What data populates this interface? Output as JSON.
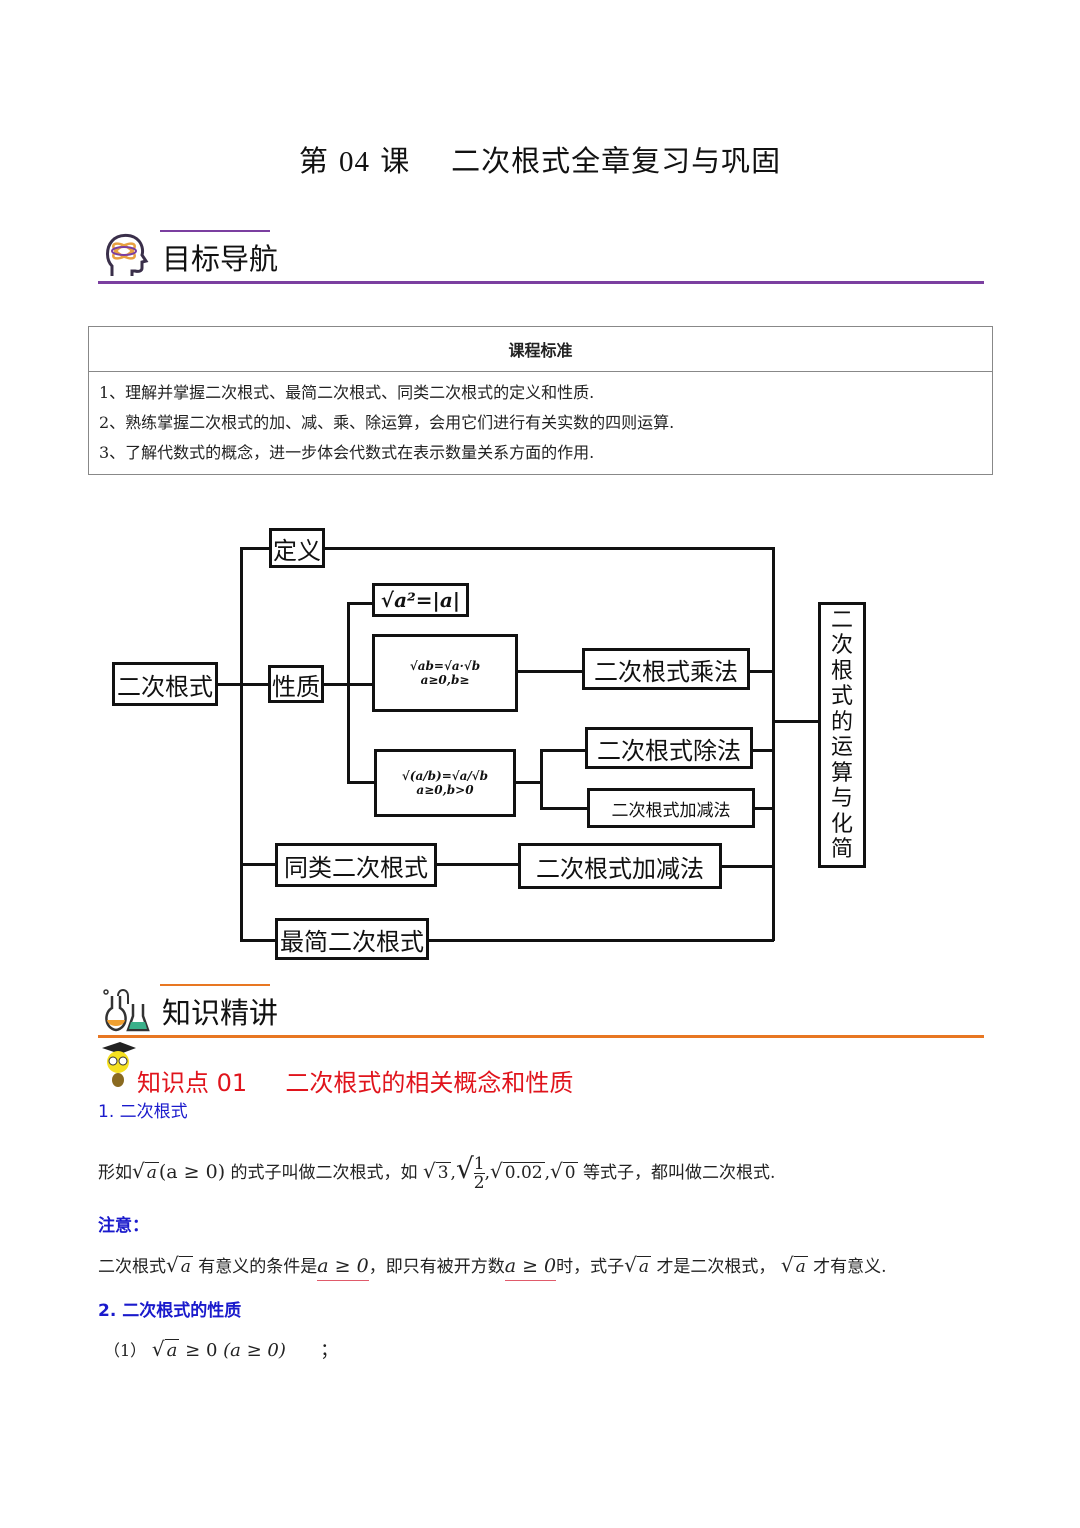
{
  "page_title": {
    "prefix": "第",
    "number": "04",
    "suffix": "课",
    "name": "二次根式全章复习与巩固"
  },
  "section1": {
    "label": "目标导航",
    "icon": "brain-head-icon",
    "color": "#7b3fa0"
  },
  "standards_table": {
    "header": "课程标准",
    "rows": [
      "1、理解并掌握二次根式、最简二次根式、同类二次根式的定义和性质.",
      "2、熟练掌握二次根式的加、减、乘、除运算，会用它们进行有关实数的四则运算.",
      "3、了解代数式的概念，进一步体会代数式在表示数量关系方面的作用."
    ]
  },
  "diagram": {
    "root": "二次根式",
    "definition": "定义",
    "property": "性质",
    "formula1": "√a²=|a|",
    "formula2": "√ab=√a·√b",
    "formula2_cond": "a≥0,b≥",
    "formula3": "√(a/b)=√a/√b",
    "formula3_cond": "a≥0,b>0",
    "multiplication": "二次根式乘法",
    "division": "二次根式除法",
    "addsub_small": "二次根式加减法",
    "like_radicals": "同类二次根式",
    "addsub": "二次根式加减法",
    "simplest": "最简二次根式",
    "result": [
      "二",
      "次",
      "根",
      "式",
      "的",
      "运",
      "算",
      "与",
      "化",
      "简"
    ]
  },
  "section2": {
    "label": "知识精讲",
    "icon": "flask-icon",
    "color": "#e87722"
  },
  "knowledge_point": {
    "label": "知识点 01",
    "title": "二次根式的相关概念和性质",
    "icon": "scholar-mascot-icon"
  },
  "sub1": {
    "label": "1.  二次根式"
  },
  "para1": {
    "prefix": "形如",
    "radicand": "a",
    "cond": "(a ≥ 0)",
    "mid": "的式子叫做二次根式，如",
    "examples": [
      "3",
      "1/2",
      "0.02",
      "0"
    ],
    "suffix": "等式子，都叫做二次根式."
  },
  "note": {
    "label": "注意：",
    "t1": "二次根式",
    "t2": "有意义的条件是",
    "cond1": "a ≥ 0",
    "t3": "，即只有被开方数",
    "cond2": "a ≥ 0",
    "t4": "时，式子",
    "t5": "才是二次根式，",
    "t6": "才有意义."
  },
  "sub2": {
    "label": "2. 二次根式的性质"
  },
  "prop1": {
    "index": "（1）",
    "expr": "≥ 0",
    "cond": "(a ≥ 0)",
    "end": "；"
  }
}
